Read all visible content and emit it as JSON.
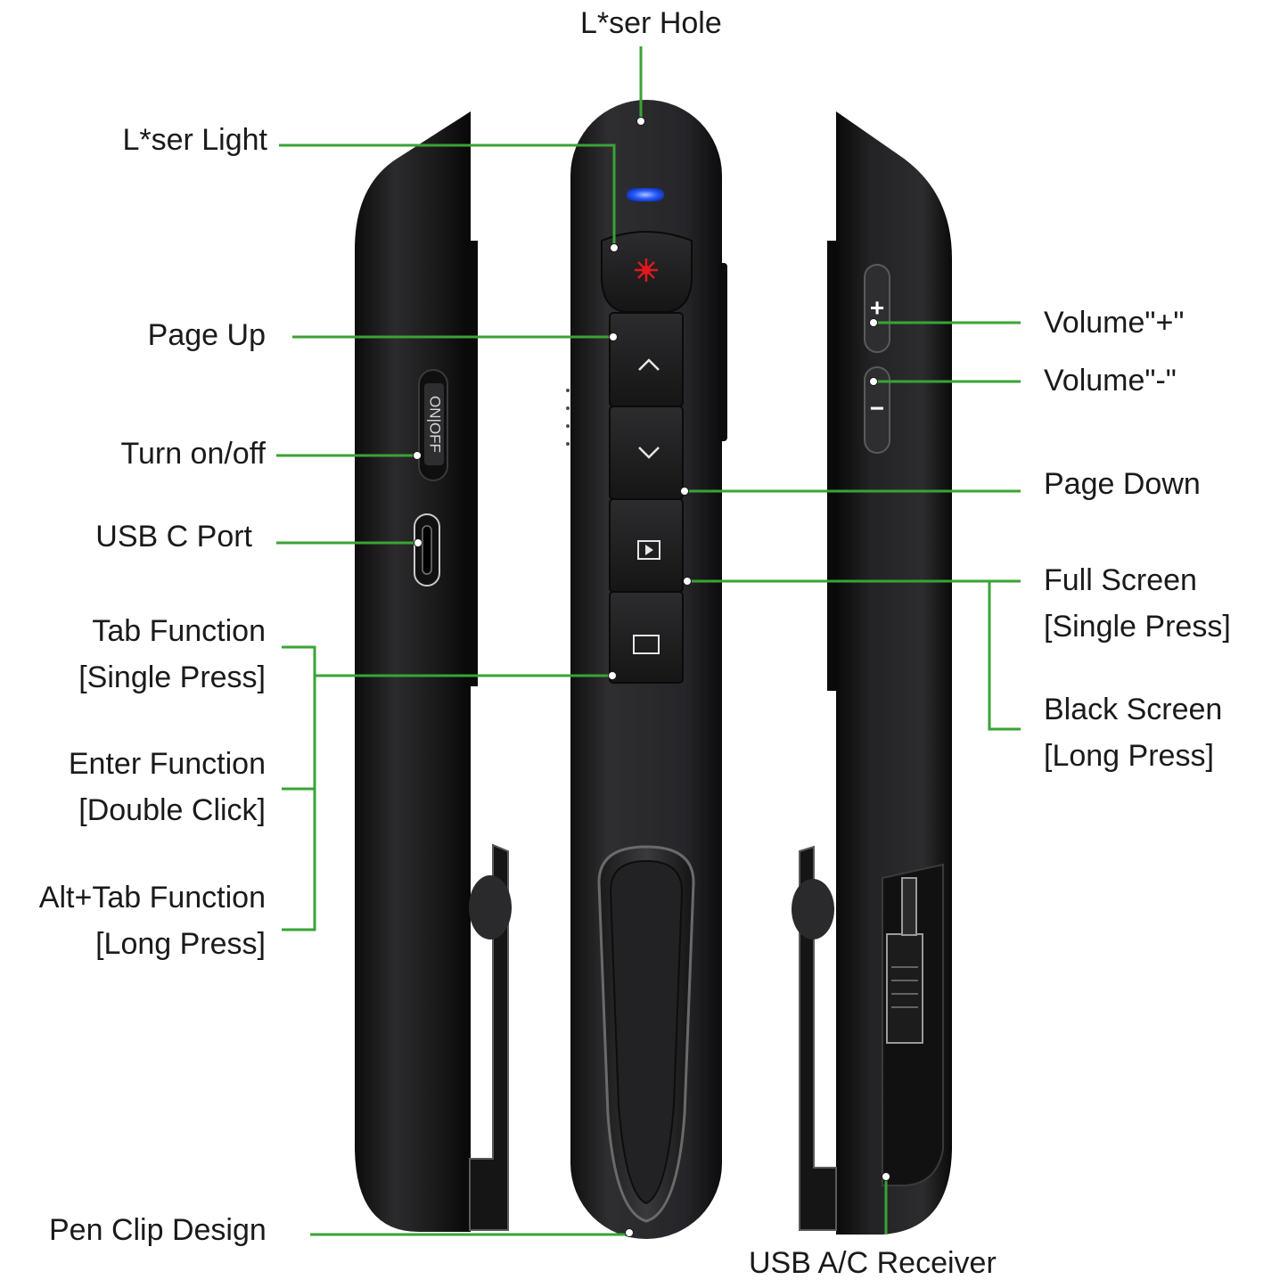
{
  "labels": {
    "laser_hole": "L*ser Hole",
    "laser_light": "L*ser Light",
    "page_up": "Page Up",
    "turn_on_off": "Turn on/off",
    "usb_c_port": "USB C Port",
    "tab_function": "Tab Function",
    "tab_function_sub": "[Single Press]",
    "enter_function": "Enter Function",
    "enter_function_sub": "[Double Click]",
    "alt_tab_function": "Alt+Tab Function",
    "alt_tab_function_sub": "[Long Press]",
    "pen_clip": "Pen Clip Design",
    "volume_up": "Volume\"+\"",
    "volume_down": "Volume\"-\"",
    "page_down": "Page Down",
    "full_screen": "Full Screen",
    "full_screen_sub": "[Single Press]",
    "black_screen": "Black Screen",
    "black_screen_sub": "[Long Press]",
    "usb_receiver": "USB A/C Receiver"
  },
  "device": {
    "switch_text": "ON|OFF",
    "plus_sign": "+",
    "minus_sign": "−"
  },
  "colors": {
    "leader_line": "#3aa335",
    "body": "#1d1d1f",
    "indicator": "#2a5cff",
    "laser": "#e0191b",
    "text": "#1a1a1a"
  }
}
